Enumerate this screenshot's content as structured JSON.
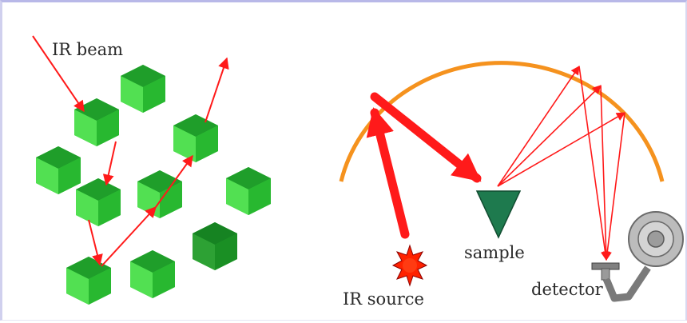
{
  "labels": {
    "ir_beam": "IR beam",
    "sample": "sample",
    "ir_source": "IR source",
    "detector": "detector"
  },
  "colors": {
    "beam": "#ff1a1a",
    "mirror": "#f5921e",
    "crystal": "#33cc33",
    "sample": "#1e7a4e",
    "detector": "#8c8c8c"
  },
  "icons": [
    "crystal-cube-icon",
    "ir-source-icon",
    "sample-cone-icon",
    "detector-icon"
  ]
}
